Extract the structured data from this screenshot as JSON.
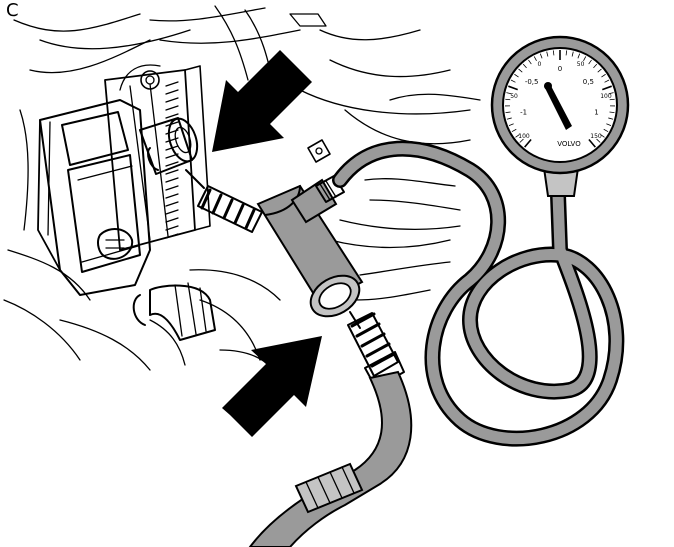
{
  "figure": {
    "corner_label": "C",
    "gauge": {
      "scale_labels": [
        "-1",
        "-0,5",
        "0",
        "0,5",
        "1",
        "100",
        "50",
        "0",
        "50",
        "100",
        "150"
      ],
      "brand": "VOLVO"
    },
    "colors": {
      "ink": "#000000",
      "tube": "#9a9a9a",
      "tube_light": "#c4c4c4",
      "arrow": "#000000",
      "background": "#ffffff"
    }
  }
}
